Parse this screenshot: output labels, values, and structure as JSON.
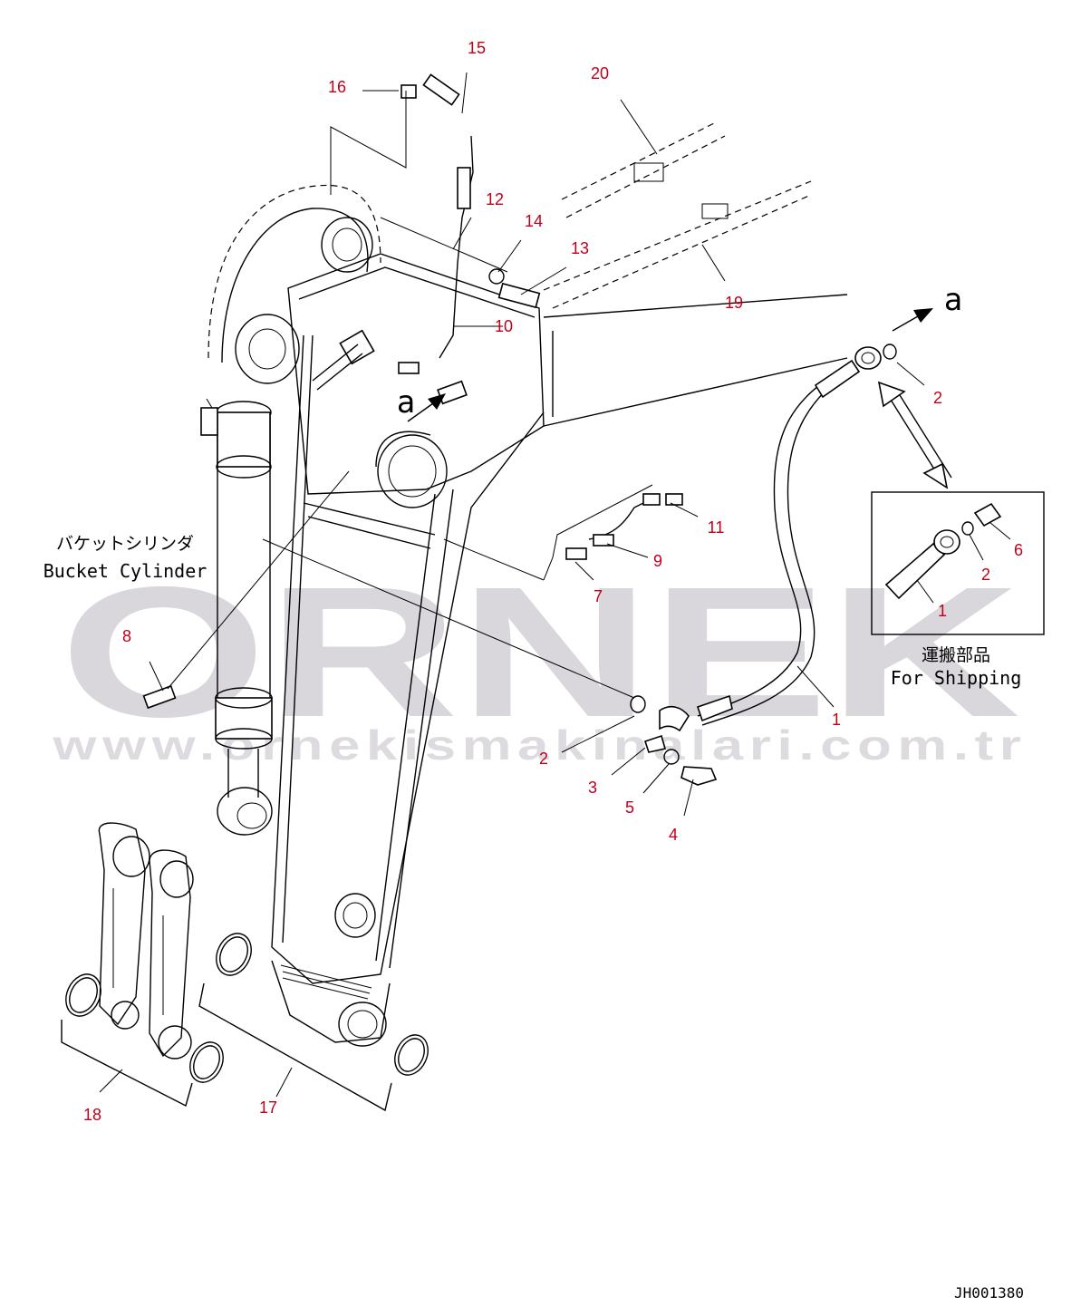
{
  "watermark": {
    "brand": "ORNEK",
    "url": "www.ornekismakinalari.com.tr"
  },
  "labels": {
    "bucket_cylinder_jp": "バケットシリンダ",
    "bucket_cylinder_en": "Bucket Cylinder",
    "for_shipping_jp": "運搬部品",
    "for_shipping_en": "For Shipping",
    "view_a": "a",
    "drawing_code": "JH001380"
  },
  "callouts": [
    "1",
    "2",
    "3",
    "4",
    "5",
    "6",
    "7",
    "8",
    "9",
    "10",
    "11",
    "12",
    "13",
    "14",
    "15",
    "16",
    "17",
    "18",
    "19",
    "20"
  ],
  "colors": {
    "callout": "#c0001a",
    "watermark": "#d9d6dc",
    "line": "#000000"
  }
}
